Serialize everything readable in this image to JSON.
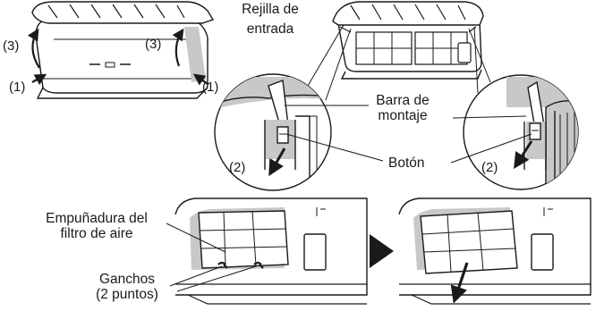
{
  "labels": {
    "intake_grille_line1": "Rejilla de",
    "intake_grille_line2": "entrada",
    "mounting_bar_line1": "Barra de",
    "mounting_bar_line2": "montaje",
    "button": "Botón",
    "handle_line1": "Empuñadura del",
    "handle_line2": "filtro de aire",
    "hooks_line1": "Ganchos",
    "hooks_line2": "(2 puntos)"
  },
  "steps": {
    "s1": "(1)",
    "s2": "(2)",
    "s3": "(3)"
  },
  "colors": {
    "line": "#1a1a1a",
    "shade": "#c8c8c8",
    "background": "#ffffff"
  }
}
